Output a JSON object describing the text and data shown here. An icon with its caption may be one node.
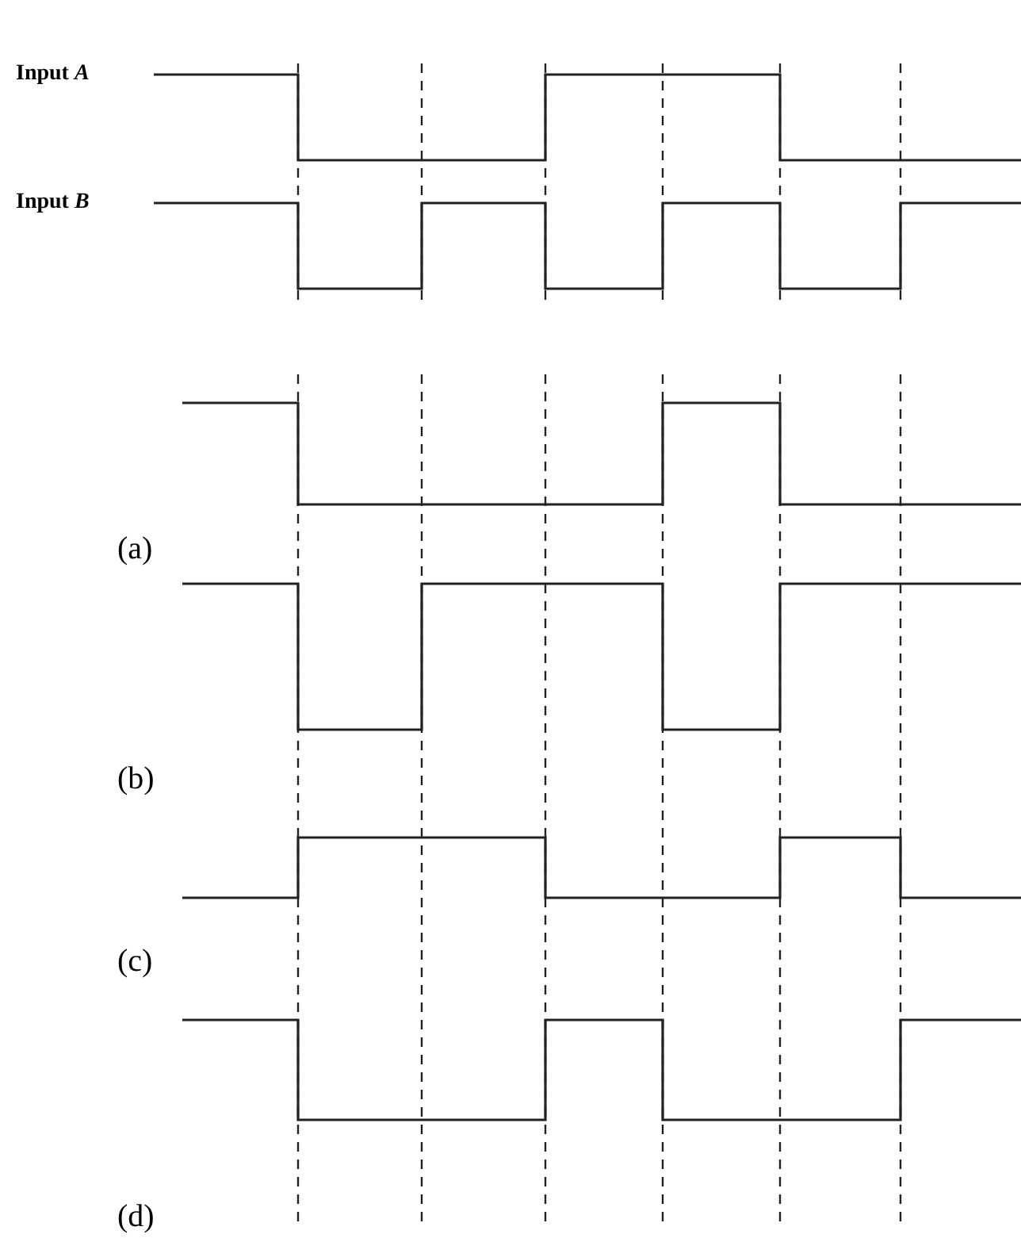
{
  "diagram": {
    "labels": [
      "Input *A*",
      "Input *B*",
      "(a)",
      "(b)",
      "(c)",
      "(d)"
    ]
  }
}
